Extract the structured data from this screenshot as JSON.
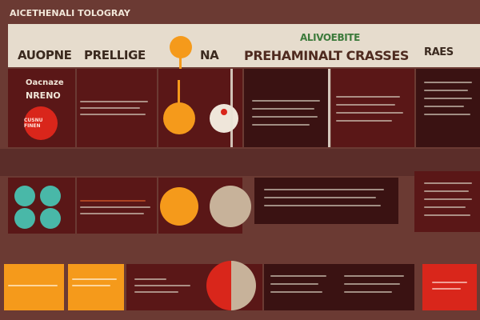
{
  "title": "AICETHENALI TOLOGRAY",
  "top_header": {
    "col1": "AUOPNE",
    "col2": "PRELLIGE",
    "col3": "NA",
    "col4": "PREHAMINALT CRASSES",
    "col5": "RAES",
    "sub_label": "ALIVOEBITE"
  },
  "row1": {
    "left_title_line1": "Oacnaze",
    "left_title_line2": "NRENO",
    "left_badge": "CUSNU FINEN"
  },
  "colors": {
    "background": "#6b3a33",
    "panel": "#5a1717",
    "cream": "#e6dccd",
    "orange": "#f59a1b",
    "red": "#d9261b",
    "teal": "#49b8a8"
  }
}
